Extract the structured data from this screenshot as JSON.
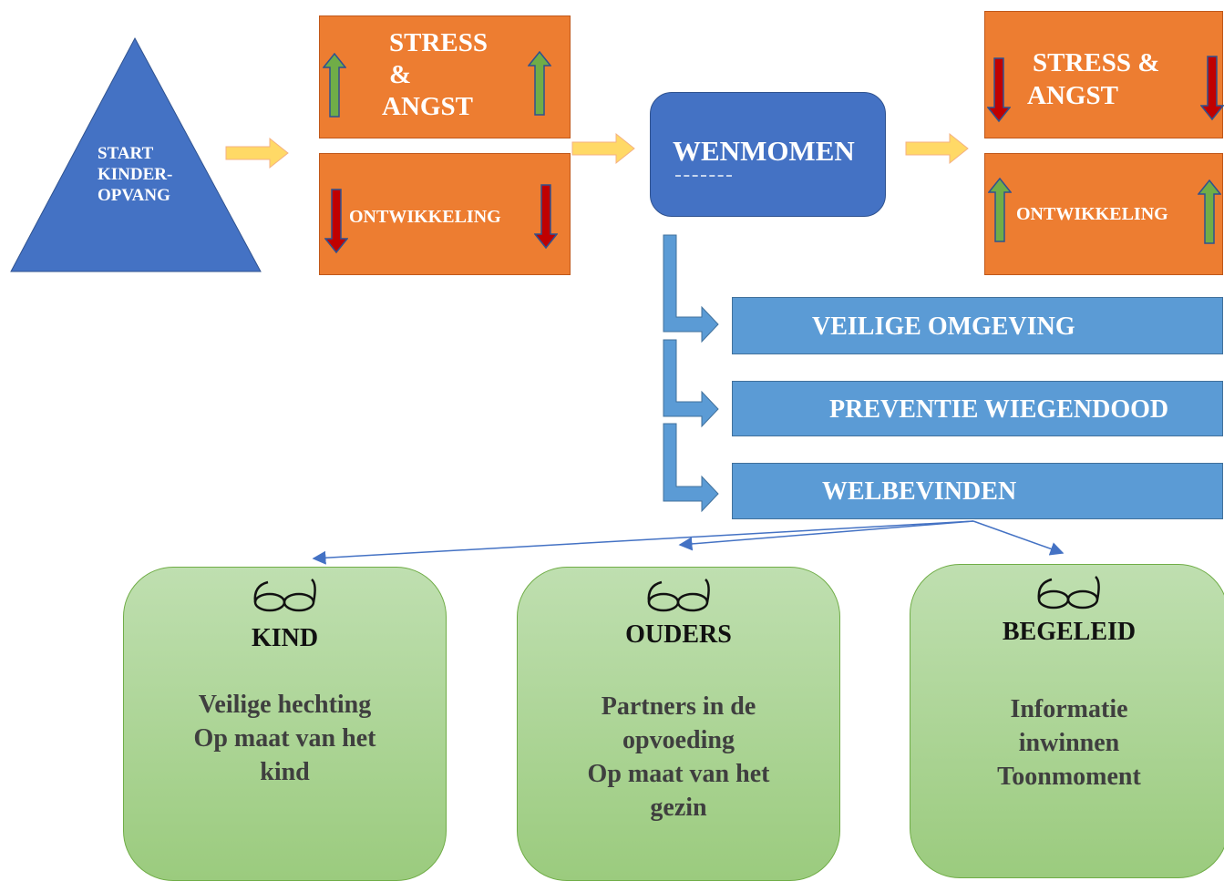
{
  "start": {
    "lines": [
      "START",
      "KINDER-",
      "OPVANG"
    ]
  },
  "before": {
    "stress": [
      "STRESS",
      "&",
      "ANGST"
    ],
    "ontwikkeling": "ONTWIKKELING"
  },
  "center": {
    "title": "WENMOMEN"
  },
  "after": {
    "stress": [
      "STRESS &",
      "ANGST"
    ],
    "ontwikkeling": "ONTWIKKELING"
  },
  "aspects": [
    "VEILIGE OMGEVING",
    "PREVENTIE WIEGENDOOD",
    "WELBEVINDEN"
  ],
  "perspectives": [
    {
      "title": "KIND",
      "text": "Veilige hechting\nOp maat van het\nkind"
    },
    {
      "title": "OUDERS",
      "text": "Partners in de\nopvoeding\nOp maat van het\ngezin"
    },
    {
      "title": "BEGELEID",
      "text": "Informatie\ninwinnen\nToonmoment"
    }
  ],
  "colors": {
    "blue": "#4472C4",
    "orange": "#ED7D31",
    "light_blue": "#5B9BD5",
    "green": "#A9D18E",
    "up_arrow": "#70AD47",
    "down_arrow": "#C00000"
  }
}
